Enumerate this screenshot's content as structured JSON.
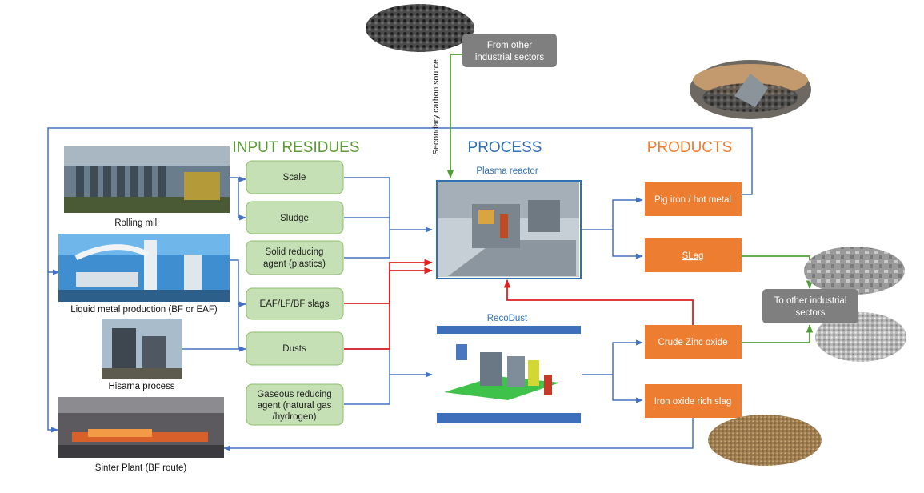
{
  "headers": {
    "input": "INPUT RESIDUES",
    "process": "PROCESS",
    "products": "PRODUCTS"
  },
  "sources": {
    "rolling_mill": "Rolling mill",
    "liquid_metal": "Liquid metal production (BF or EAF)",
    "hisarna": "Hisarna process",
    "sinter": "Sinter Plant (BF route)"
  },
  "residues": {
    "scale": "Scale",
    "sludge": "Sludge",
    "solid_reducing": [
      "Solid reducing",
      "agent (plastics)"
    ],
    "slags": "EAF/LF/BF slags",
    "dusts": "Dusts",
    "gaseous_reducing": [
      "Gaseous reducing",
      "agent (natural gas",
      "/hydrogen)"
    ]
  },
  "process": {
    "plasma_reactor": "Plasma reactor",
    "recodust": "RecoDust"
  },
  "products": {
    "pig_iron": "Pig iron / hot metal",
    "slag": "SLag",
    "crude_zinc_oxide": "Crude Zinc oxide",
    "iron_oxide_slag": "Iron oxide rich slag"
  },
  "external": {
    "from_other_sectors": [
      "From  other",
      "industrial sectors"
    ],
    "to_other_sectors": [
      "To other industrial",
      "sectors"
    ],
    "secondary_carbon": "Secondary carbon source"
  },
  "colors": {
    "green_text": "#5b9b37",
    "green_box_fill": "#c5e0b4",
    "green_box_stroke": "#8fbf6c",
    "orange": "#ed7d31",
    "blue_text": "#2e6fb5",
    "blue_line": "#4472c4",
    "red_line": "#e02020",
    "green_line": "#549e39",
    "grey_box": "#7f7f7f"
  }
}
